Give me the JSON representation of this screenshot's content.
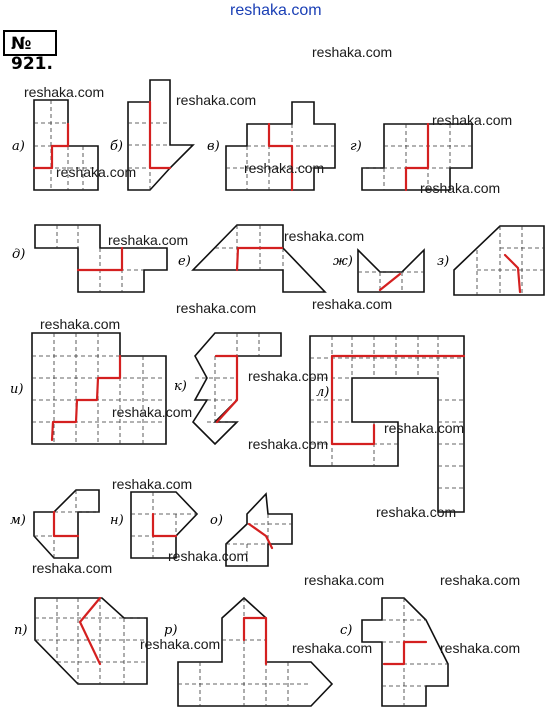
{
  "site": "reshaka.com",
  "problem_number": "№ 921.",
  "watermark": "reshaka.com",
  "labels": {
    "a": "а)",
    "b": "б)",
    "v": "в)",
    "g": "г)",
    "d": "д)",
    "e": "е)",
    "zh": "ж)",
    "z": "з)",
    "i": "и)",
    "k": "к)",
    "l": "л)",
    "m": "м)",
    "n": "н)",
    "o": "о)",
    "p": "п)",
    "r": "р)",
    "s": "с)"
  },
  "colors": {
    "cut_line": "#d42020",
    "outline": "#111111",
    "site_link": "#1a3fb5"
  }
}
